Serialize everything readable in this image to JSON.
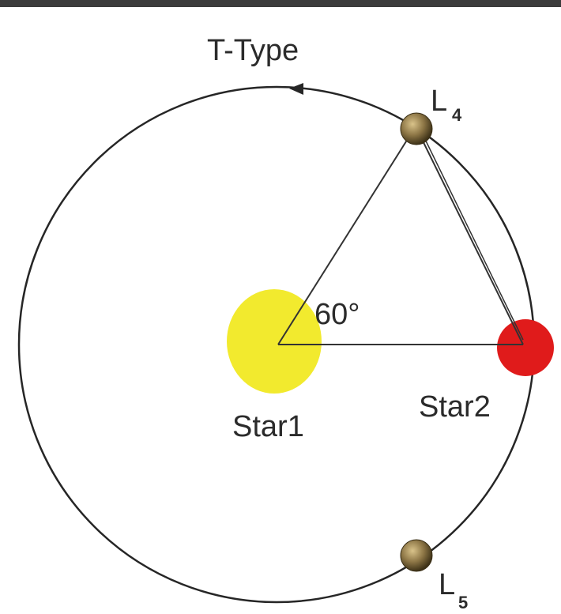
{
  "title": "T-Type",
  "angle_label": "60°",
  "bodies": {
    "star1": {
      "label": "Star1",
      "color": "#f2ea2e"
    },
    "star2": {
      "label": "Star2",
      "color": "#e01b1b"
    },
    "l4": {
      "letter": "L",
      "subscript": "4"
    },
    "l5": {
      "letter": "L",
      "subscript": "5"
    }
  },
  "colors": {
    "orbit": "#262626",
    "planet": "#8c7545",
    "top_bar": "#3c3c3c"
  }
}
